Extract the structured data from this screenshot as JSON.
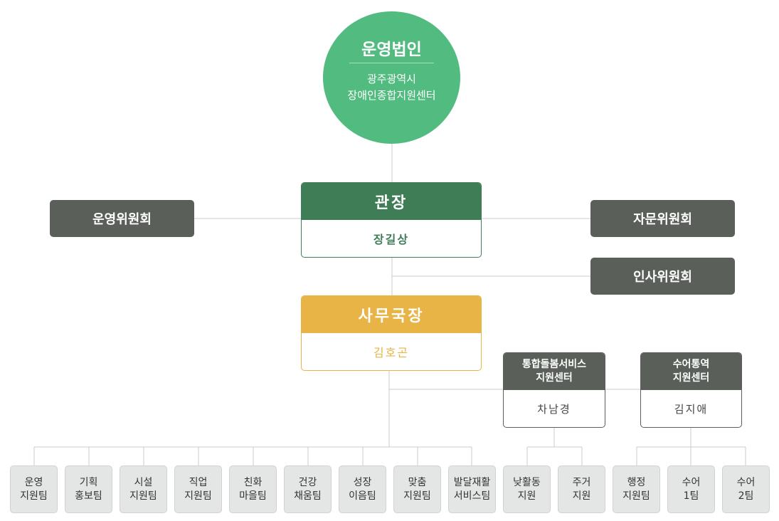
{
  "top": {
    "title": "운영법인",
    "subtitle": "광주광역시\n장애인종합지원센터"
  },
  "committees": {
    "operation": "운영위원회",
    "advisory": "자문위원회",
    "personnel": "인사위원회"
  },
  "director": {
    "title": "관장",
    "name": "장길상"
  },
  "secretary": {
    "title": "사무국장",
    "name": "김호곤"
  },
  "sub_centers": [
    {
      "title": "통합돌봄서비스\n지원센터",
      "name": "차남경"
    },
    {
      "title": "수어통역\n지원센터",
      "name": "김지애"
    }
  ],
  "teams": [
    "운영\n지원팀",
    "기획\n홍보팀",
    "시설\n지원팀",
    "직업\n지원팀",
    "친화\n마을팀",
    "건강\n채움팀",
    "성장\n이음팀",
    "맞춤\n지원팀",
    "발달재활\n서비스팀",
    "낮활동\n지원",
    "주거\n지원",
    "행정\n지원팀",
    "수어\n1팀",
    "수어\n2팀"
  ],
  "colors": {
    "top": "#52bb7f",
    "director": "#3f7d57",
    "secretary": "#e7b445",
    "dark": "#5a5f5a",
    "line": "#c8cbc9"
  }
}
